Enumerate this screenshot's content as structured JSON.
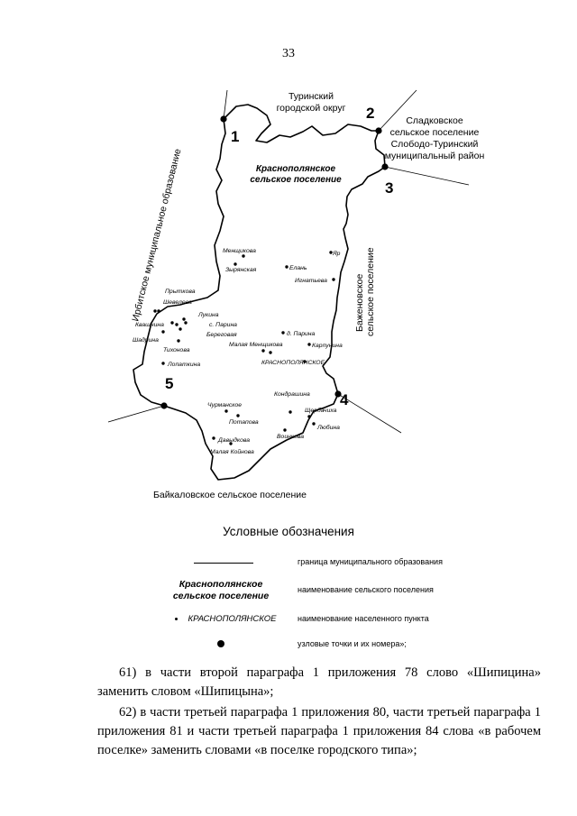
{
  "page_number": "33",
  "map": {
    "neighbors": {
      "turinsky": [
        "Туринский",
        "городской округ"
      ],
      "sladkovskoe": [
        "Сладковское",
        "сельское поселение"
      ],
      "sloboda_turinsky": [
        "Слободо-Туринский",
        "муниципальный район"
      ],
      "irbitskoe": "Ирбитское муниципальное образование",
      "bazhenovskoe": [
        "Баженовское",
        "сельское поселение"
      ],
      "baykalovskoe": "Байкаловское сельское поселение"
    },
    "settlement_label": [
      "Краснополянское",
      "сельское поселение"
    ],
    "node_numbers": [
      "1",
      "2",
      "3",
      "4",
      "5"
    ],
    "places": {
      "menshchikova": "Менщикова",
      "zyryanskaya": "Зырянская",
      "elan": "Елань",
      "yar": "Яр",
      "ignatyeva": "Игнатьева",
      "prytkova": "Прыткова",
      "shevelevo": "Шевелева",
      "lukina": "Лукина",
      "s_parina": "с. Парина",
      "kvashnina": "Квашнина",
      "beregovaya": "Береговая",
      "shadrina": "Шадрина",
      "tikhonova": "Тихонова",
      "lopatkina": "Лопаткина",
      "d_parina": "д. Парина",
      "malaya_menshchikova": "Малая Менщикова",
      "karpunina": "Карпунина",
      "krasnopolyanskoe": "КРАСНОПОЛЯНСКОЕ",
      "kondrashina": "Кондрашина",
      "shcherbachikha": "Щербачиха",
      "lyubina": "Любина",
      "churmanskoe": "Чурманское",
      "potapova": "Потапова",
      "voinkova": "Воинкова",
      "davydkova": "Давыдкова",
      "malaya_koynova": "Малая Койнова"
    }
  },
  "legend": {
    "title": "Условные обозначения",
    "items": [
      {
        "symbol": "line",
        "label": "граница муниципального образования"
      },
      {
        "symbol": "settlement-name",
        "sample": [
          "Краснополянское",
          "сельское поселение"
        ],
        "label": "наименование сельского поселения"
      },
      {
        "symbol": "place",
        "sample": "КРАСНОПОЛЯНСКОЕ",
        "label": "наименование населенного пункта"
      },
      {
        "symbol": "node",
        "label": "узловые точки и их номера»;"
      }
    ]
  },
  "paragraphs": [
    "61) в части второй параграфа 1 приложения 78 слово «Шипицина» заменить словом «Шипицына»;",
    "62) в части третьей параграфа 1 приложения 80, части третьей параграфа 1 приложения 81 и части третьей параграфа 1 приложения 84 слова «в рабочем поселке» заменить словами «в поселке городского типа»;"
  ]
}
